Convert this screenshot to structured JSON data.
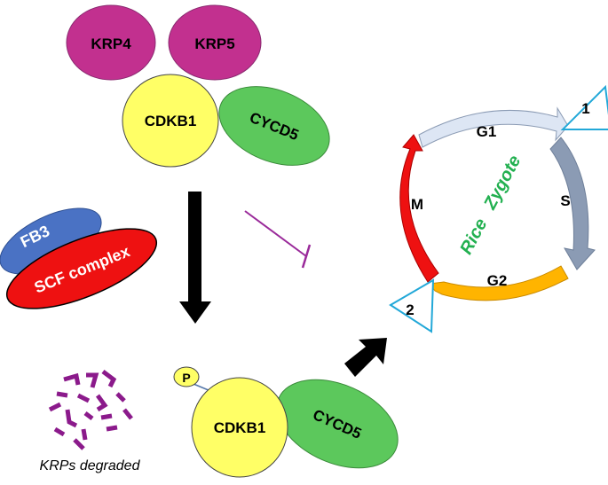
{
  "colors": {
    "krp": "#c2308f",
    "cdkb1": "#ffff66",
    "cycd5": "#5cc85c",
    "fb3": "#4a72c4",
    "scf": "#ee1111",
    "inhibit": "#9a2a9a",
    "fragments": "#8b1a8b",
    "g1_arc": "#dde6f4",
    "s_arc": "#8b9bb4",
    "g2_arc": "#ffb400",
    "m_arc": "#ee1111",
    "zygote_text": "#22b050",
    "triangle": "#22a8d8"
  },
  "complex_top": {
    "krp4": "KRP4",
    "krp5": "KRP5",
    "cdkb1": "CDKB1",
    "cycd5": "CYCD5"
  },
  "scf": {
    "fb3": "FB3",
    "complex": "SCF complex"
  },
  "degraded": {
    "caption": "KRPs degraded"
  },
  "complex_bottom": {
    "phospho": "P",
    "cdkb1": "CDKB1",
    "cycd5": "CYCD5"
  },
  "cycle": {
    "g1": "G1",
    "s": "S",
    "g2": "G2",
    "m": "M",
    "zygote_word1": "Rice",
    "zygote_word2": "Zygote",
    "checkpoint1": "1",
    "checkpoint2": "2"
  }
}
